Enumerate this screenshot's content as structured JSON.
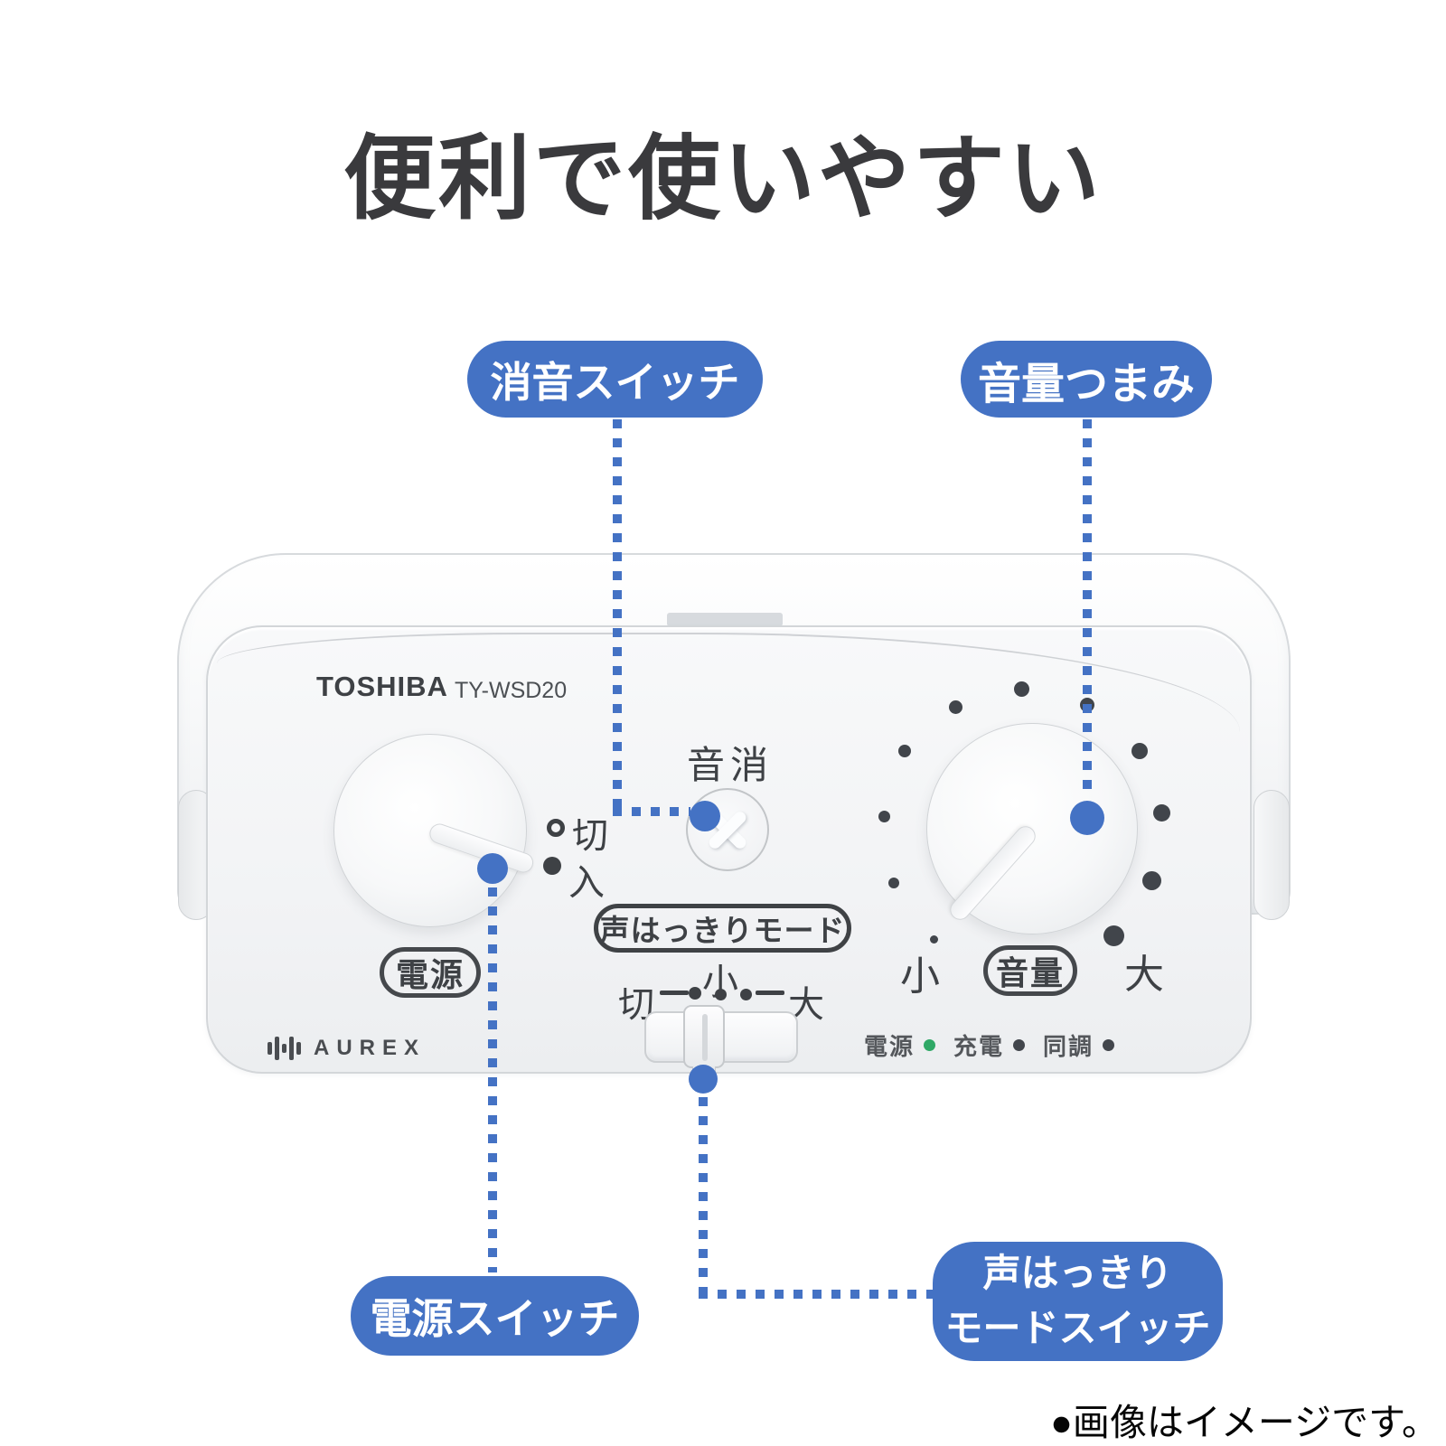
{
  "page": {
    "title": "便利で使いやすい",
    "footnote": "●画像はイメージです。"
  },
  "colors": {
    "accent_blue": "#4472c4",
    "led_green": "#2fa866",
    "led_dark": "#42464c",
    "title_gray": "#3a3a3d"
  },
  "callouts": {
    "mute": "消音スイッチ",
    "volume": "音量つまみ",
    "power": "電源スイッチ",
    "mode_line1": "声はっきり",
    "mode_line2": "モードスイッチ"
  },
  "device": {
    "brand": "TOSHIBA",
    "model": "TY-WSD20",
    "mute_button_label": "音消",
    "power_switch": {
      "off": "切",
      "on": "入",
      "badge": "電源"
    },
    "voice_mode": {
      "pill": "声はっきりモード",
      "off": "切",
      "small": "小",
      "large": "大"
    },
    "volume": {
      "small": "小",
      "large": "大",
      "badge": "音量"
    },
    "indicators": [
      {
        "label": "電源"
      },
      {
        "label": "充電"
      },
      {
        "label": "同調"
      }
    ],
    "logo": "AUREX"
  }
}
